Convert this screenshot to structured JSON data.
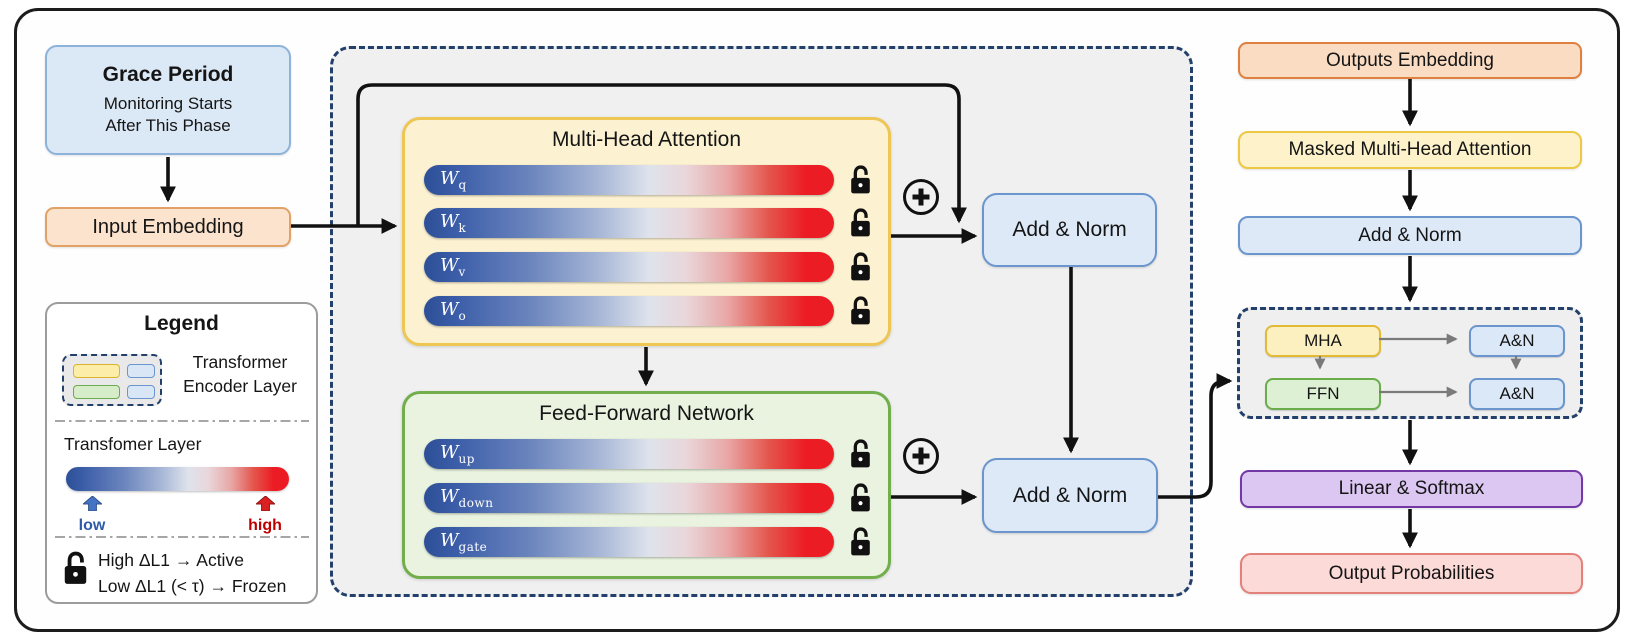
{
  "grace": {
    "title": "Grace Period",
    "line1": "Monitoring Starts",
    "line2": "After This Phase"
  },
  "input_embedding": {
    "label": "Input Embedding"
  },
  "encoder": {
    "mha": {
      "title": "Multi-Head Attention",
      "bars": [
        {
          "main": "W",
          "sub": "q"
        },
        {
          "main": "W",
          "sub": "k"
        },
        {
          "main": "W",
          "sub": "v"
        },
        {
          "main": "W",
          "sub": "o"
        }
      ]
    },
    "ffn": {
      "title": "Feed-Forward Network",
      "bars": [
        {
          "main": "W",
          "sub": "up"
        },
        {
          "main": "W",
          "sub": "down"
        },
        {
          "main": "W",
          "sub": "gate"
        }
      ]
    },
    "add_norm_1": {
      "label": "Add & Norm"
    },
    "add_norm_2": {
      "label": "Add & Norm"
    }
  },
  "decoder": {
    "outputs_embedding": {
      "label": "Outputs Embedding"
    },
    "masked_mha": {
      "label": "Masked Multi-Head Attention"
    },
    "add_norm": {
      "label": "Add & Norm"
    },
    "mini": {
      "mha": "MHA",
      "ffn": "FFN",
      "an_top": "A&N",
      "an_bottom": "A&N"
    },
    "linear_softmax": {
      "label": "Linear & Softmax"
    },
    "output_probabilities": {
      "label": "Output Probabilities"
    }
  },
  "legend": {
    "title": "Legend",
    "encoder_item_line1": "Transformer",
    "encoder_item_line2": "Encoder Layer",
    "layer_item_label": "Transfomer Layer",
    "low_label": "low",
    "high_label": "high",
    "lock_item_line1": "High ΔL1 → Active",
    "lock_item_line2": "Low ΔL1 (< τ) → Frozen"
  },
  "colors": {
    "gradient_low": "#2d4f96",
    "gradient_mid": "#dfe3ec",
    "gradient_high": "#ec1c24",
    "low_label_color": "#2e5ba8",
    "high_label_color": "#c00000",
    "dashed_border": "#23406b"
  }
}
